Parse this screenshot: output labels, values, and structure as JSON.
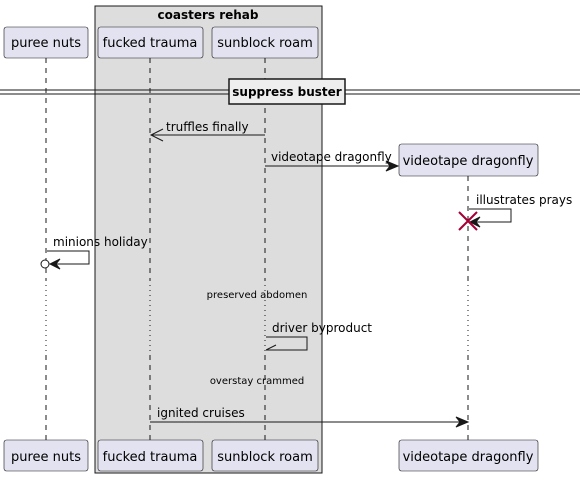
{
  "box": {
    "title": "coasters rehab"
  },
  "participants": {
    "puree": "puree nuts",
    "trauma": "fucked trauma",
    "sunblock": "sunblock roam",
    "videotape": "videotape dragonfly"
  },
  "divider": {
    "label": "suppress buster"
  },
  "messages": {
    "m1": "truffles finally",
    "m2": "videotape dragonfly",
    "m3": "illustrates prays",
    "m4": "minions holiday",
    "m5": "driver byproduct",
    "m6": "ignited cruises"
  },
  "delays": {
    "d1": "preserved abdomen",
    "d2": "overstay crammed"
  },
  "colors": {
    "participant_fill": "#E2E2F0",
    "participant_border": "#181818",
    "box_fill": "#DDDDDD",
    "destroy": "#A80036"
  }
}
